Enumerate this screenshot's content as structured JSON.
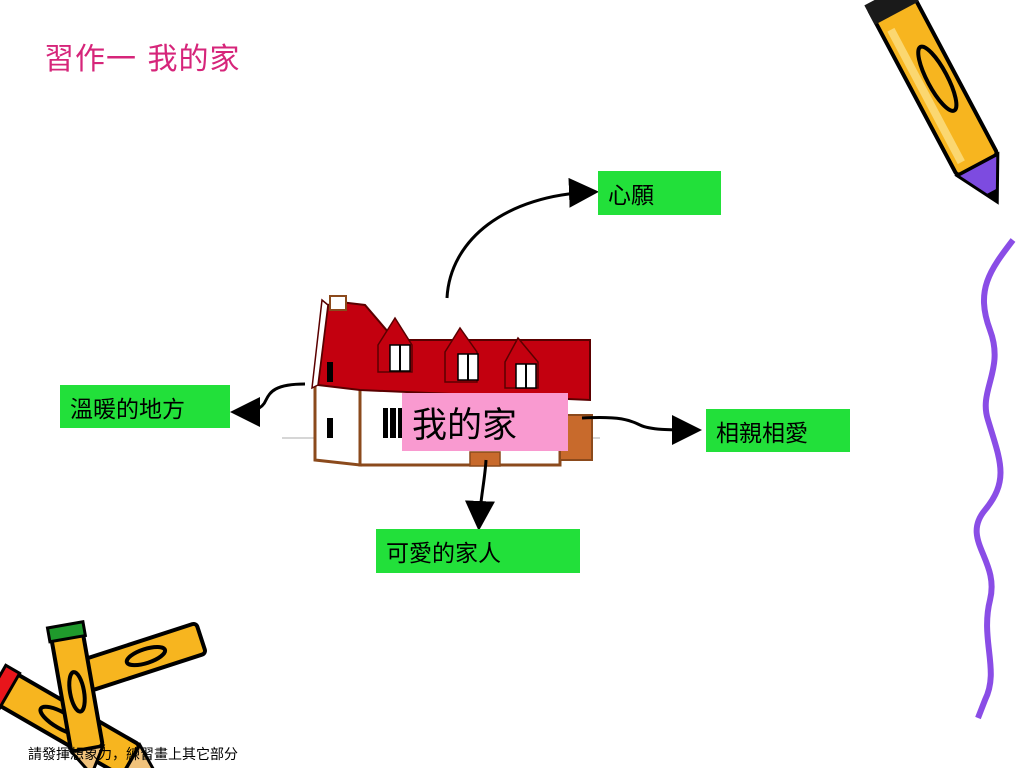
{
  "slide": {
    "title": "習作一  我的家",
    "footer": "請發揮想象力，練習畫上其它部分"
  },
  "diagram": {
    "center": "我的家",
    "branches": {
      "top": "心願",
      "left": "溫暖的地方",
      "right": "相親相愛",
      "bottom": "可愛的家人"
    }
  },
  "colors": {
    "title": "#d6257a",
    "branch_box": "#22e03a",
    "center_box": "#f99ad0",
    "roof": "#c3000f",
    "pencil_body": "#f7b51f",
    "wavy_line": "#8a4de6"
  }
}
